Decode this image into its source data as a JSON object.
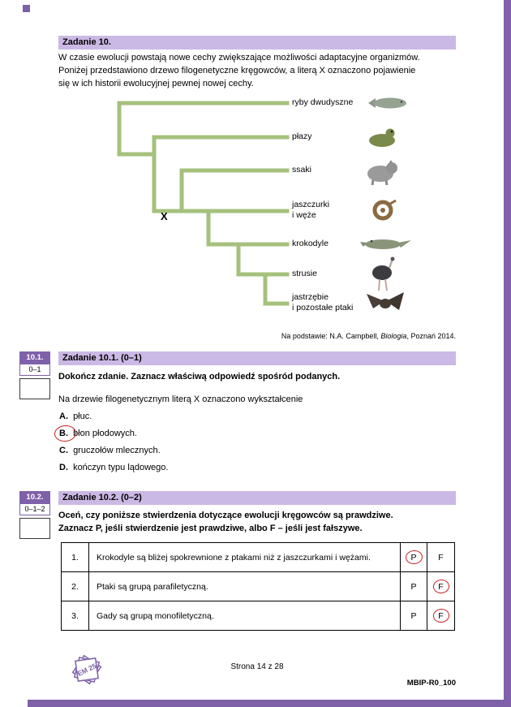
{
  "colors": {
    "accent_purple": "#7e61a9",
    "light_purple": "#cbb9e5",
    "tree_green": "#a5c17c",
    "answer_red": "#c8201f"
  },
  "task10": {
    "title": "Zadanie 10.",
    "intro": "W czasie ewolucji powstają nowe cechy zwiększające możliwości adaptacyjne organizmów.\nPoniżej przedstawiono drzewo filogenetyczne kręgowców, a literą X oznaczono pojawienie\nsię w ich historii ewolucyjnej pewnej nowej cechy.",
    "tree": {
      "x_marker": "X",
      "taxa": [
        {
          "name": "ryby dwudyszne",
          "icon": "lungfish-image"
        },
        {
          "name": "płazy",
          "icon": "frog-image"
        },
        {
          "name": "ssaki",
          "icon": "wolf-image"
        },
        {
          "name": "jaszczurki\ni węże",
          "icon": "snake-image"
        },
        {
          "name": "krokodyle",
          "icon": "crocodile-image"
        },
        {
          "name": "strusie",
          "icon": "ostrich-image"
        },
        {
          "name": "jastrzębie\ni pozostałe ptaki",
          "icon": "hawk-image"
        }
      ],
      "source_prefix": "Na podstawie: N.A. Campbell, ",
      "source_italic": "Biologia",
      "source_suffix": ", Poznań 2014."
    }
  },
  "task10_1": {
    "margin_label": "10.1.",
    "margin_points": "0–1",
    "title": "Zadanie 10.1. (0–1)",
    "instruction": "Dokończ zdanie. Zaznacz właściwą odpowiedź spośród podanych.",
    "stem": "Na drzewie filogenetycznym literą X oznaczono wykształcenie",
    "options": [
      {
        "letter": "A.",
        "text": "płuc.",
        "circled": false
      },
      {
        "letter": "B.",
        "text": "błon płodowych.",
        "circled": true
      },
      {
        "letter": "C.",
        "text": "gruczołów mlecznych.",
        "circled": false
      },
      {
        "letter": "D.",
        "text": "kończyn typu lądowego.",
        "circled": false
      }
    ]
  },
  "task10_2": {
    "margin_label": "10.2.",
    "margin_points": "0–1–2",
    "title": "Zadanie 10.2. (0–2)",
    "instruction": "Oceń, czy poniższe stwierdzenia dotyczące ewolucji kręgowców są prawdziwe.\nZaznacz P, jeśli stwierdzenie jest prawdziwe, albo F – jeśli jest fałszywe.",
    "statements": [
      {
        "no": "1.",
        "text": "Krokodyle są bliżej spokrewnione z ptakami niż z jaszczurkami i wężami.",
        "p": "P",
        "f": "F",
        "p_circled": true,
        "f_circled": false
      },
      {
        "no": "2.",
        "text": "Ptaki są grupą parafiletyczną.",
        "p": "P",
        "f": "F",
        "p_circled": false,
        "f_circled": true
      },
      {
        "no": "3.",
        "text": "Gady są grupą monofiletyczną.",
        "p": "P",
        "f": "F",
        "p_circled": false,
        "f_circled": true
      }
    ]
  },
  "footer": {
    "logo_text": "EM 25",
    "page_indicator": "Strona 14 z 28",
    "doc_code": "MBIP-R0_100"
  }
}
